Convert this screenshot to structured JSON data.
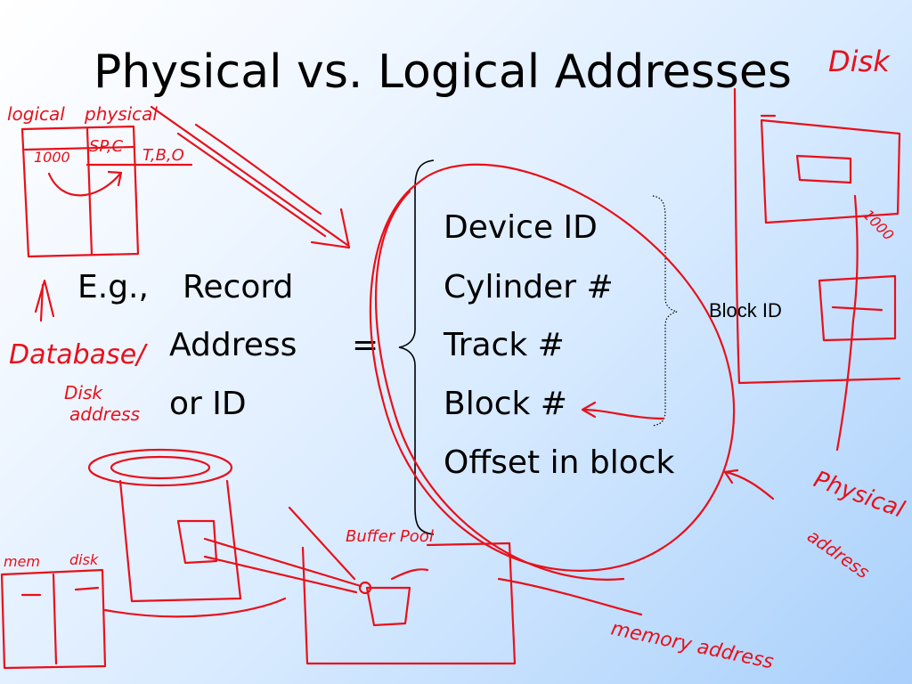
{
  "slide": {
    "title": "Physical vs. Logical Addresses",
    "example_prefix": "E.g.,",
    "example_word": "Record",
    "example_address": "Address",
    "example_equals": "=",
    "example_or_id": "or ID",
    "components": [
      "Device ID",
      "Cylinder #",
      "Track #",
      "Block #",
      "Offset in block"
    ],
    "block_id_label": "Block ID"
  },
  "annotations": {
    "logical": "logical",
    "physical": "physical",
    "logical_value": "1000",
    "physical_value_1": "SP,C",
    "physical_value_2": "T,B,O",
    "database": "Database/",
    "disk_address_1": "Disk",
    "disk_address_2": "address",
    "disk": "Disk",
    "disk_number": "1000",
    "physical_address_1": "Physical",
    "physical_address_2": "address",
    "memory_address": "memory address",
    "buffer_pool": "Buffer Pool",
    "mem": "mem",
    "disk_small": "disk"
  },
  "colors": {
    "ink": "#e8101a",
    "brace": "#000000",
    "background_light": "#ffffff",
    "background_dark": "#a9d0fb"
  }
}
